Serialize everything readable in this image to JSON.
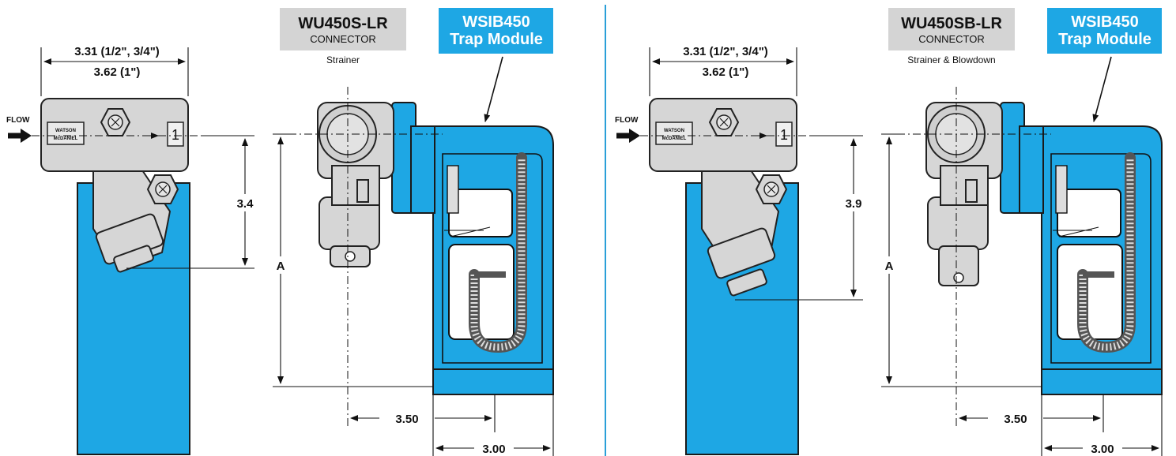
{
  "left": {
    "connector_model": "WU450S-LR",
    "connector_type": "CONNECTOR",
    "connector_desc": "Strainer",
    "module_line1": "WSIB450",
    "module_line2": "Trap Module",
    "flow_label": "FLOW",
    "port_label": "1",
    "brand_line1": "WATSON",
    "brand_line2": "McDANIEL",
    "width_dim_line1": "3.31 (1/2\", 3/4\")",
    "width_dim_line2": "3.62 (1\")",
    "height_dim": "3.4",
    "overall_dim": "A",
    "depth_dim": "3.50",
    "module_dim": "3.00"
  },
  "right": {
    "connector_model": "WU450SB-LR",
    "connector_type": "CONNECTOR",
    "connector_desc": "Strainer & Blowdown",
    "module_line1": "WSIB450",
    "module_line2": "Trap Module",
    "flow_label": "FLOW",
    "port_label": "1",
    "brand_line1": "WATSON",
    "brand_line2": "McDANIEL",
    "width_dim_line1": "3.31 (1/2\", 3/4\")",
    "width_dim_line2": "3.62 (1\")",
    "height_dim": "3.9",
    "overall_dim": "A",
    "depth_dim": "3.50",
    "module_dim": "3.00"
  },
  "colors": {
    "module_blue": "#1ea7e4",
    "body_gray": "#d6d6d6",
    "label_gray": "#d4d4d4",
    "divider": "#2a9fd8"
  }
}
